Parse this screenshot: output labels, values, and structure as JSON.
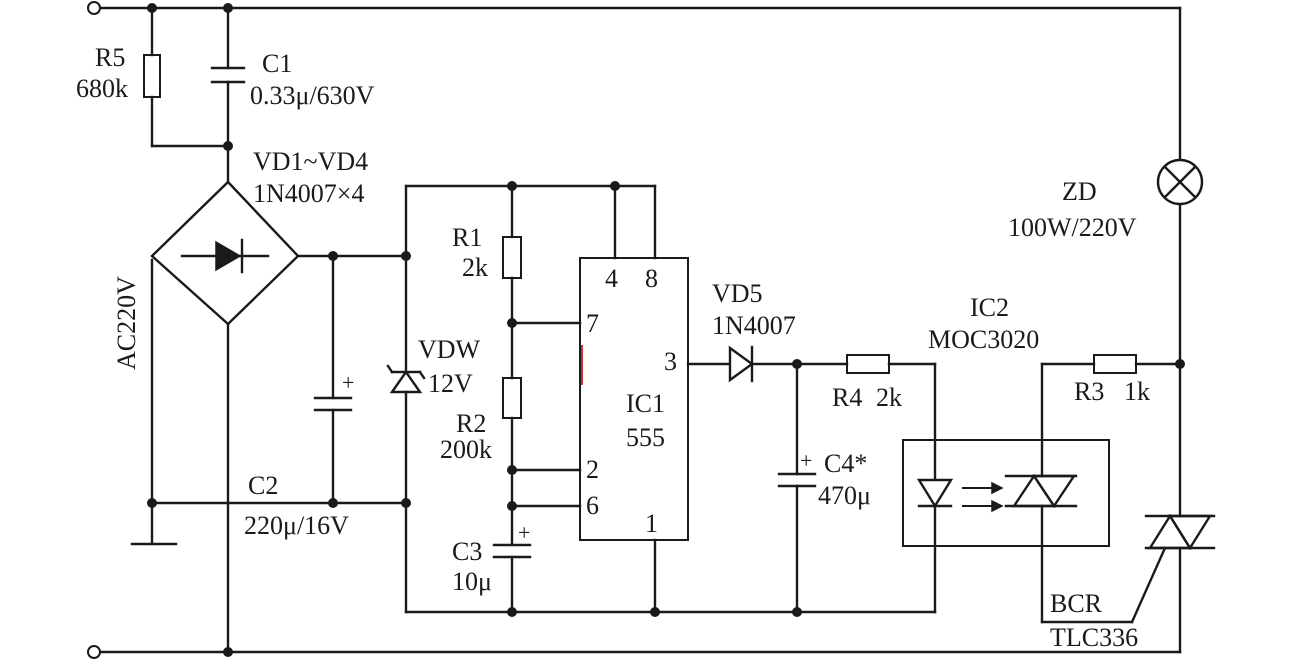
{
  "labels": {
    "r5_name": "R5",
    "r5_value": "680k",
    "c1_name": "C1",
    "c1_value": "0.33μ/630V",
    "bridge_name": "VD1~VD4",
    "bridge_value": "1N4007×4",
    "ac_input": "AC220V",
    "c2_name": "C2",
    "c2_value": "220μ/16V",
    "c2_plus": "+",
    "vdw_name": "VDW",
    "vdw_value": "12V",
    "r1_name": "R1",
    "r1_value": "2k",
    "r2_name": "R2",
    "r2_value": "200k",
    "c3_name": "C3",
    "c3_value": "10μ",
    "c3_plus": "+",
    "ic1_name": "IC1",
    "ic1_type": "555",
    "pin4": "4",
    "pin8": "8",
    "pin7": "7",
    "pin3": "3",
    "pin2": "2",
    "pin6": "6",
    "pin1": "1",
    "vd5_name": "VD5",
    "vd5_value": "1N4007",
    "r4_name": "R4",
    "r4_value": "2k",
    "c4_name": "C4*",
    "c4_value": "470μ",
    "c4_plus": "+",
    "ic2_name": "IC2",
    "ic2_type": "MOC3020",
    "r3_name": "R3",
    "r3_value": "1k",
    "lamp_name": "ZD",
    "lamp_value": "100W/220V",
    "bcr_name": "BCR",
    "bcr_value": "TLC336"
  },
  "icons": [
    "terminal-icon",
    "resistor-icon",
    "capacitor-icon",
    "bridge-rectifier-icon",
    "zener-diode-icon",
    "diode-icon",
    "led-icon",
    "triac-icon",
    "lamp-icon",
    "ground-icon"
  ]
}
